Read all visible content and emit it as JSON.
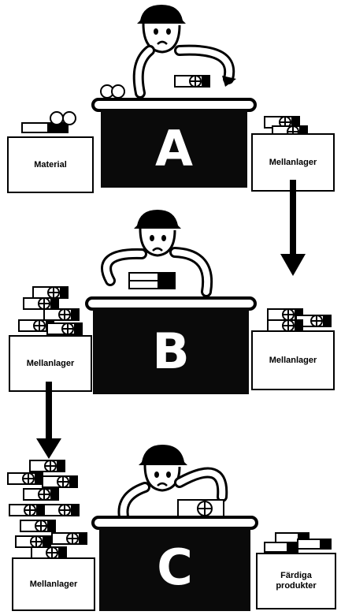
{
  "stations": [
    {
      "letter": "A",
      "input_label": "Material",
      "output_label": "Mellanlager"
    },
    {
      "letter": "B",
      "input_label": "Mellanlager",
      "output_label": "Mellanlager"
    },
    {
      "letter": "C",
      "input_label": "Mellanlager",
      "output_label": "Färdiga\nprodukter"
    }
  ],
  "colors": {
    "ink": "#000000",
    "paper": "#ffffff",
    "desk": "#0a0a0a"
  },
  "icons": [
    "worker-icon",
    "box-icon",
    "package-icon",
    "arrow-down-icon",
    "desk-icon"
  ]
}
